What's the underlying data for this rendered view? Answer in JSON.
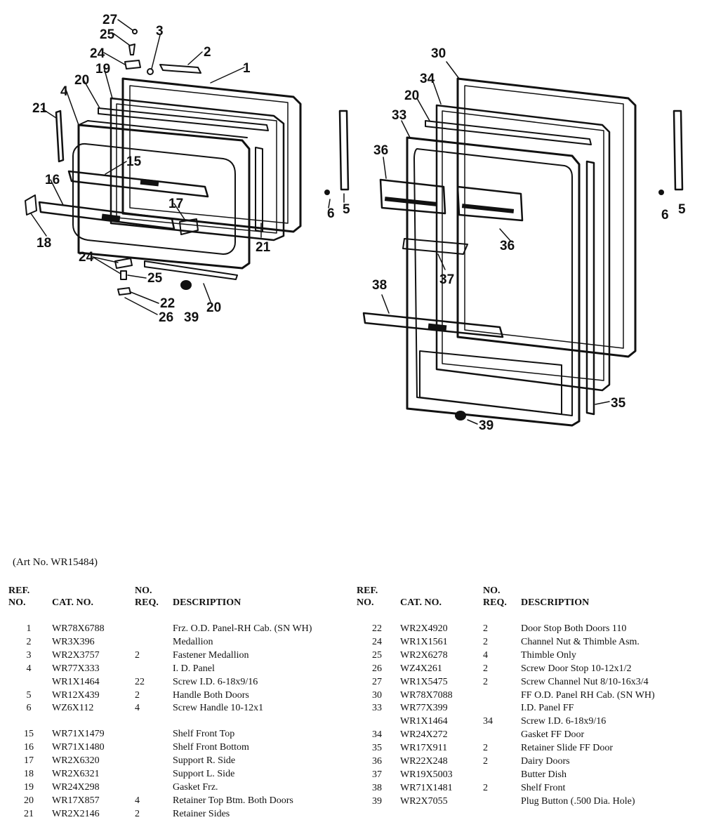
{
  "diagram": {
    "callouts_left": [
      "27",
      "25",
      "3",
      "2",
      "24",
      "1",
      "19",
      "20",
      "4",
      "21",
      "15",
      "16",
      "17",
      "18",
      "24",
      "25",
      "22",
      "26",
      "39",
      "20",
      "21",
      "6",
      "5"
    ],
    "callouts_right": [
      "30",
      "34",
      "20",
      "33",
      "36",
      "36",
      "37",
      "38",
      "35",
      "39",
      "6",
      "5"
    ]
  },
  "art_no": "(Art No. WR15484)",
  "table_headers": {
    "ref": [
      "REF.",
      "NO."
    ],
    "cat": "CAT. NO.",
    "req": [
      "NO.",
      "REQ."
    ],
    "desc": "DESCRIPTION"
  },
  "parts_left": [
    {
      "ref": "1",
      "cat": "WR78X6788",
      "req": "",
      "desc": "Frz. O.D. Panel-RH Cab. (SN WH)"
    },
    {
      "ref": "2",
      "cat": "WR3X396",
      "req": "",
      "desc": "Medallion"
    },
    {
      "ref": "3",
      "cat": "WR2X3757",
      "req": "2",
      "desc": "Fastener Medallion"
    },
    {
      "ref": "4",
      "cat": "WR77X333",
      "req": "",
      "desc": "I. D. Panel"
    },
    {
      "ref": "",
      "cat": "WR1X1464",
      "req": "22",
      "desc": "Screw I.D. 6-18x9/16"
    },
    {
      "ref": "5",
      "cat": "WR12X439",
      "req": "2",
      "desc": "Handle Both Doors"
    },
    {
      "ref": "6",
      "cat": "WZ6X112",
      "req": "4",
      "desc": "Screw Handle 10-12x1"
    },
    {
      "ref": "15",
      "cat": "WR71X1479",
      "req": "",
      "desc": "Shelf Front Top"
    },
    {
      "ref": "16",
      "cat": "WR71X1480",
      "req": "",
      "desc": "Shelf Front Bottom"
    },
    {
      "ref": "17",
      "cat": "WR2X6320",
      "req": "",
      "desc": "Support R. Side"
    },
    {
      "ref": "18",
      "cat": "WR2X6321",
      "req": "",
      "desc": "Support L. Side"
    },
    {
      "ref": "19",
      "cat": "WR24X298",
      "req": "",
      "desc": "Gasket Frz."
    },
    {
      "ref": "20",
      "cat": "WR17X857",
      "req": "4",
      "desc": "Retainer Top Btm. Both Doors"
    },
    {
      "ref": "21",
      "cat": "WR2X2146",
      "req": "2",
      "desc": "Retainer Sides"
    }
  ],
  "parts_right": [
    {
      "ref": "22",
      "cat": "WR2X4920",
      "req": "2",
      "desc": "Door Stop Both Doors 110"
    },
    {
      "ref": "24",
      "cat": "WR1X1561",
      "req": "2",
      "desc": "Channel Nut & Thimble Asm."
    },
    {
      "ref": "25",
      "cat": "WR2X6278",
      "req": "4",
      "desc": "Thimble Only"
    },
    {
      "ref": "26",
      "cat": "WZ4X261",
      "req": "2",
      "desc": "Screw Door Stop 10-12x1/2"
    },
    {
      "ref": "27",
      "cat": "WR1X5475",
      "req": "2",
      "desc": "Screw Channel Nut 8/10-16x3/4"
    },
    {
      "ref": "30",
      "cat": "WR78X7088",
      "req": "",
      "desc": "FF O.D. Panel RH Cab. (SN WH)"
    },
    {
      "ref": "33",
      "cat": "WR77X399",
      "req": "",
      "desc": "I.D. Panel FF"
    },
    {
      "ref": "",
      "cat": "WR1X1464",
      "req": "34",
      "desc": "Screw I.D. 6-18x9/16"
    },
    {
      "ref": "34",
      "cat": "WR24X272",
      "req": "",
      "desc": "Gasket FF Door"
    },
    {
      "ref": "35",
      "cat": "WR17X911",
      "req": "2",
      "desc": "Retainer Slide FF Door"
    },
    {
      "ref": "36",
      "cat": "WR22X248",
      "req": "2",
      "desc": "Dairy Doors"
    },
    {
      "ref": "37",
      "cat": "WR19X5003",
      "req": "",
      "desc": "Butter Dish"
    },
    {
      "ref": "38",
      "cat": "WR71X1481",
      "req": "2",
      "desc": "Shelf Front"
    },
    {
      "ref": "39",
      "cat": "WR2X7055",
      "req": "",
      "desc": "Plug Button (.500 Dia. Hole)"
    }
  ]
}
